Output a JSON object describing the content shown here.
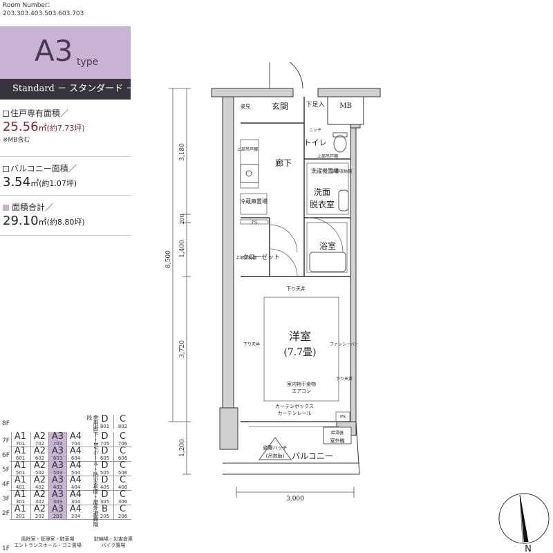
{
  "header": {
    "room_number_label": "Room Number：",
    "room_numbers": "203.303.403.503.603.703"
  },
  "type_box": {
    "letter": "A3",
    "suffix": "type",
    "plan_name": "Standard － スタンダード －"
  },
  "areas": {
    "private": {
      "label": "住戸専有面積／",
      "value": "25.56",
      "unit": "㎡",
      "tsubo": "(約7.73坪)",
      "note": "※MB含む"
    },
    "balcony": {
      "label": "バルコニー面積／",
      "value": "3.54",
      "unit": "㎡",
      "tsubo": "(約1.07坪)"
    },
    "total": {
      "label": "面積合計／",
      "value": "29.10",
      "unit": "㎡",
      "tsubo": "(約8.80坪)"
    }
  },
  "colors": {
    "accent_purple": "#c8b3d3",
    "dark_bar": "#38343d",
    "area_value_red": "#8b1f24"
  },
  "floor_table": {
    "floors": [
      "8F",
      "7F",
      "6F",
      "5F",
      "4F",
      "3F",
      "2F",
      "1F"
    ],
    "top_row": [
      {
        "name": "D",
        "num": "801"
      },
      {
        "name": "C",
        "num": "802"
      }
    ],
    "rows": [
      {
        "floor": "7F",
        "units": [
          {
            "name": "A1",
            "num": "701"
          },
          {
            "name": "A2",
            "num": "702"
          },
          {
            "name": "A3",
            "num": "703",
            "hl": true
          },
          {
            "name": "A4",
            "num": "704"
          },
          {
            "name": "D",
            "num": "705"
          },
          {
            "name": "C",
            "num": "706"
          }
        ]
      },
      {
        "floor": "6F",
        "units": [
          {
            "name": "A1",
            "num": "601"
          },
          {
            "name": "A2",
            "num": "602"
          },
          {
            "name": "A3",
            "num": "603",
            "hl": true
          },
          {
            "name": "A4",
            "num": "604"
          },
          {
            "name": "D",
            "num": "605"
          },
          {
            "name": "C",
            "num": "606"
          }
        ]
      },
      {
        "floor": "5F",
        "units": [
          {
            "name": "A1",
            "num": "501"
          },
          {
            "name": "A2",
            "num": "502"
          },
          {
            "name": "A3",
            "num": "503",
            "hl": true
          },
          {
            "name": "A4",
            "num": "504"
          },
          {
            "name": "D",
            "num": "505"
          },
          {
            "name": "C",
            "num": "506"
          }
        ]
      },
      {
        "floor": "4F",
        "units": [
          {
            "name": "A1",
            "num": "401"
          },
          {
            "name": "A2",
            "num": "402"
          },
          {
            "name": "A3",
            "num": "403",
            "hl": true
          },
          {
            "name": "A4",
            "num": "404"
          },
          {
            "name": "D",
            "num": "405"
          },
          {
            "name": "C",
            "num": "406"
          }
        ]
      },
      {
        "floor": "3F",
        "units": [
          {
            "name": "A1",
            "num": "301"
          },
          {
            "name": "A2",
            "num": "302"
          },
          {
            "name": "A3",
            "num": "303",
            "hl": true
          },
          {
            "name": "A4",
            "num": "304"
          },
          {
            "name": "D",
            "num": "305"
          },
          {
            "name": "C",
            "num": "306"
          }
        ]
      },
      {
        "floor": "2F",
        "units": [
          {
            "name": "A1",
            "num": "201"
          },
          {
            "name": "A2",
            "num": "202"
          },
          {
            "name": "A3",
            "num": "203",
            "hl": true
          },
          {
            "name": "A4",
            "num": "204"
          },
          {
            "name": "B",
            "num": "205"
          },
          {
            "name": "C",
            "num": "206"
          }
        ]
      }
    ],
    "core_text": "共用廊下・EVホール・防災倉庫・屋外避難階段",
    "ground_left": "風除室・管理室・駐車場\nエントランスホール・ゴミ置場",
    "ground_right": "駐輪場・災害倉庫\nバイク置場"
  },
  "plan": {
    "rooms": {
      "entrance": "玄関",
      "shoe_box": "下足入",
      "mb": "MB",
      "shoe_closet": "姿見",
      "niche": "ニッチ",
      "toilet": "トイレ",
      "toilet_cabinet": "上部吊戸棚",
      "corridor": "廊下",
      "upper_cabinet_1": "上部吊戸棚",
      "washer": "洗濯機置場",
      "upper_shelf_wash": "上部収納棚",
      "washroom_1": "洗面",
      "washroom_2": "脱衣室",
      "fridge": "冷蔵庫置場",
      "ps_1": "PS",
      "closet": "クローゼット",
      "closet_shelf": "上部収納棚",
      "bathroom": "浴室",
      "drop_ceiling_top": "下り天井",
      "western_room": "洋室",
      "western_size": "(7.7畳)",
      "drop_ceiling_left": "下り天井",
      "fan_ceiling": "ファンシーバー",
      "drop_ceiling_right": "下り天井",
      "indoor_drying": "室内物干金物",
      "aircon": "エアコン",
      "curtain_box": "カーテンボックス",
      "curtain_rail": "カーテンレール",
      "ps_2": "PS",
      "water_heater": "給湯器",
      "outdoor_unit": "室外機",
      "hatch": "避難ハッチ",
      "hatch_sub": "(吊救助)",
      "balcony": "バルコニー"
    },
    "dimensions": {
      "total_height": "8,500",
      "seg1": "3,180",
      "seg2": "200",
      "seg3": "1,400",
      "seg4": "3,720",
      "seg5": "1,200",
      "width": "3,000"
    },
    "compass": "N"
  }
}
